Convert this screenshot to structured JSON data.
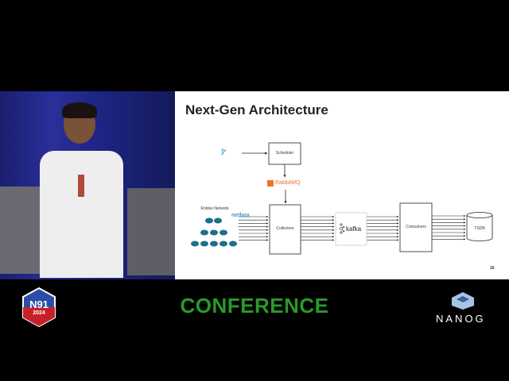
{
  "slide": {
    "title": "Next-Gen Architecture",
    "page_number": "16",
    "nodes": {
      "netbox": "netbox",
      "scheduler": "Scheduler",
      "rabbitmq": "RabbitMQ",
      "network": "Roblox Network",
      "collectors": "Collectors",
      "kafka": "kafka",
      "consumers": "Consumers",
      "tsdb": "TSDB"
    }
  },
  "banner": {
    "title": "CONFERENCE",
    "badge": {
      "line1": "N91",
      "line2": "2024"
    },
    "brand": "NANOG"
  },
  "colors": {
    "conference_green": "#2a9a2a",
    "netbox_blue": "#3a9ac8",
    "rabbitmq_orange": "#e8742a",
    "router_teal": "#1d6f8c"
  }
}
